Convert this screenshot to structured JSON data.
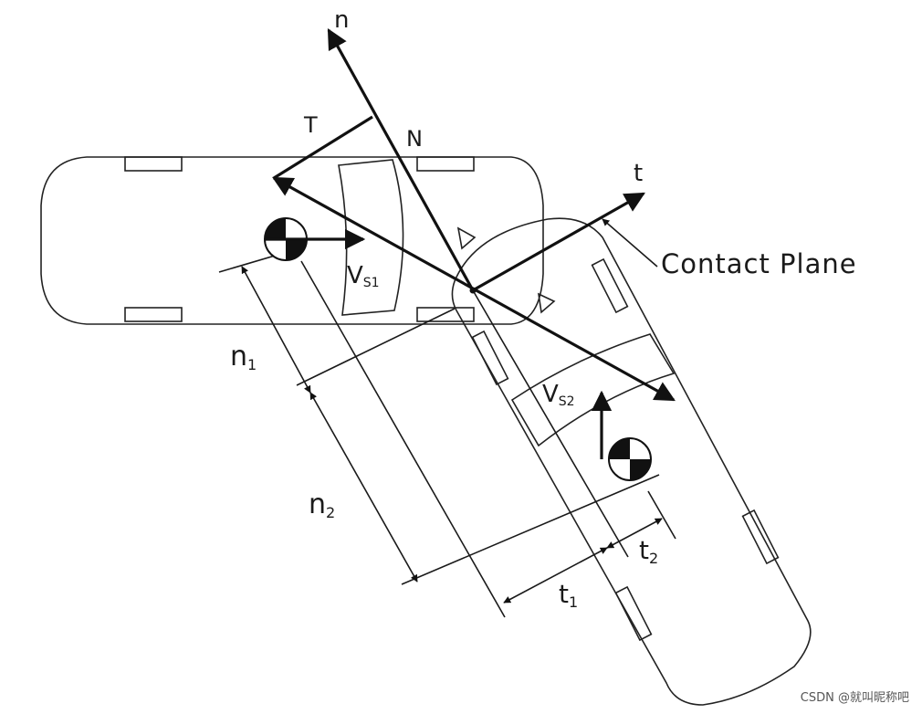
{
  "labels": {
    "n": "n",
    "t": "t",
    "T": "T",
    "N": "N",
    "vs1_v": "V",
    "vs1_sub": "S1",
    "vs2_v": "V",
    "vs2_sub": "S2",
    "contact_plane": "Contact Plane",
    "n1_main": "n",
    "n1_sub": "1",
    "n2_main": "n",
    "n2_sub": "2",
    "t1_main": "t",
    "t1_sub": "1",
    "t2_main": "t",
    "t2_sub": "2"
  },
  "watermark": "CSDN @就叫昵称吧",
  "colors": {
    "line": "#1a1a1a",
    "background": "#ffffff"
  }
}
